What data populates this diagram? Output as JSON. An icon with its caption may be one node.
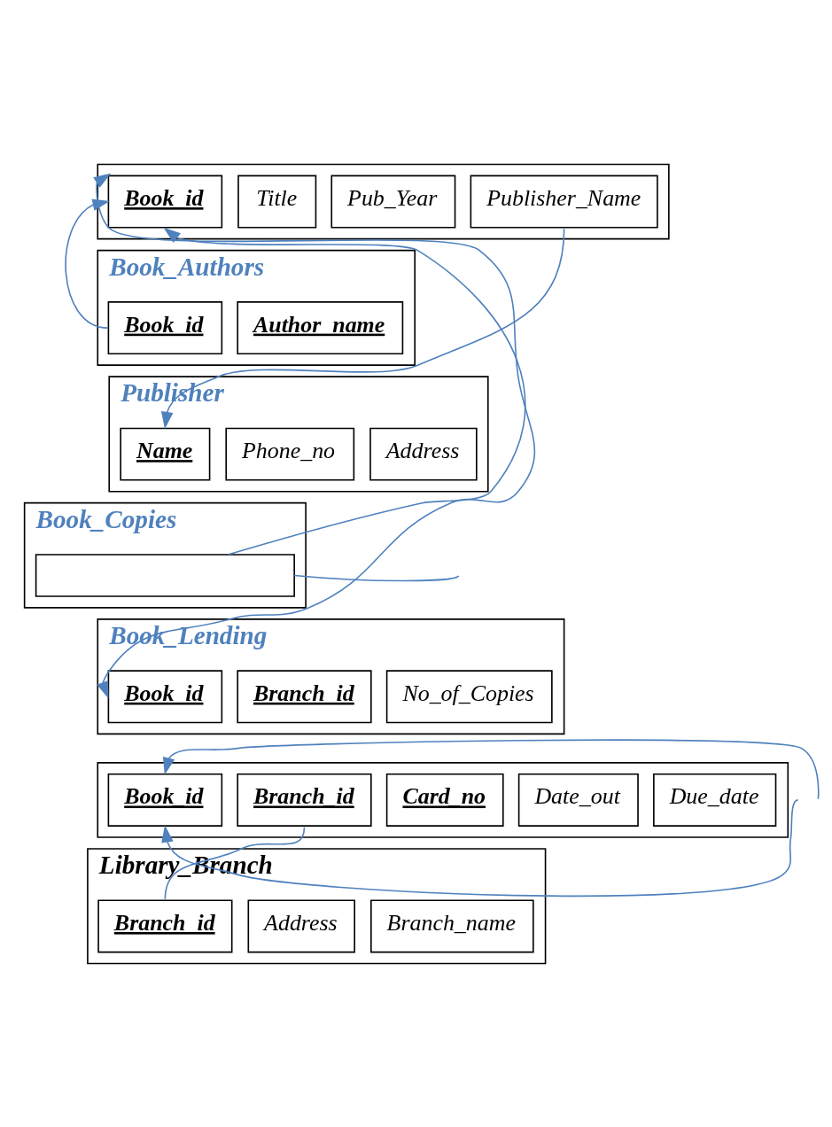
{
  "diagram": {
    "nodes": [
      {
        "text": [],
        "shape": "box"
      },
      {
        "text": [
          "Book_id"
        ],
        "in": 0
      },
      {
        "text": [
          "Title"
        ],
        "in": 0
      },
      {
        "text": [
          "Pub_Year"
        ],
        "in": 0
      },
      {
        "text": [
          "Publisher_Name"
        ],
        "in": 0
      },
      {
        "text": [
          "Book_Authors"
        ]
      },
      {
        "text": [
          "Book_id"
        ],
        "in": 5
      },
      {
        "text": [
          "Author_name"
        ],
        "in": 5
      },
      {
        "text": [
          "Publisher"
        ]
      },
      {
        "text": [
          "Name"
        ],
        "in": 8
      },
      {
        "text": [
          "Phone_no"
        ],
        "in": 8
      },
      {
        "text": [
          "Address"
        ],
        "in": 8
      },
      {
        "text": [
          "Book_Copies"
        ]
      },
      {
        "text": [],
        "shape": "box",
        "in": 12
      },
      {
        "text": [
          "Book_Lending"
        ]
      },
      {
        "text": [
          "Book_id"
        ],
        "in": 14
      },
      {
        "text": [
          "Branch_id"
        ],
        "in": 14
      },
      {
        "text": [
          "No_of_Copies"
        ],
        "in": 14
      },
      {
        "text": [],
        "shape": "box"
      },
      {
        "text": [
          "Book_id"
        ],
        "in": 18
      },
      {
        "text": [
          "Branch_id"
        ],
        "in": 18
      },
      {
        "text": [
          "Card_no"
        ],
        "in": 18
      },
      {
        "text": [
          "Date_out"
        ],
        "in": 18
      },
      {
        "text": [
          "Due_date"
        ],
        "in": 18
      },
      {
        "text": [
          "Library_Branch"
        ]
      },
      {
        "text": [
          "Branch_id"
        ],
        "in": 24
      },
      {
        "text": [
          "Address"
        ],
        "in": 24
      },
      {
        "text": [
          "Branch_name"
        ],
        "in": 24
      }
    ],
    "edges": [
      {
        "from": 4,
        "to": 9,
        "arrow": "to"
      },
      {
        "from": 6,
        "to": 1,
        "arrow": "to"
      },
      {
        "from": 13,
        "to": 1,
        "arrow": "to"
      },
      {
        "from": 15,
        "to": 1,
        "arrow": "both"
      },
      {
        "from": 13,
        "to": null,
        "arrow": "none"
      },
      {
        "from": null,
        "to": 19,
        "arrow": "to"
      },
      {
        "from": null,
        "to": 19,
        "arrow": "to"
      },
      {
        "from": 20,
        "to": 25,
        "arrow": "none"
      }
    ]
  }
}
